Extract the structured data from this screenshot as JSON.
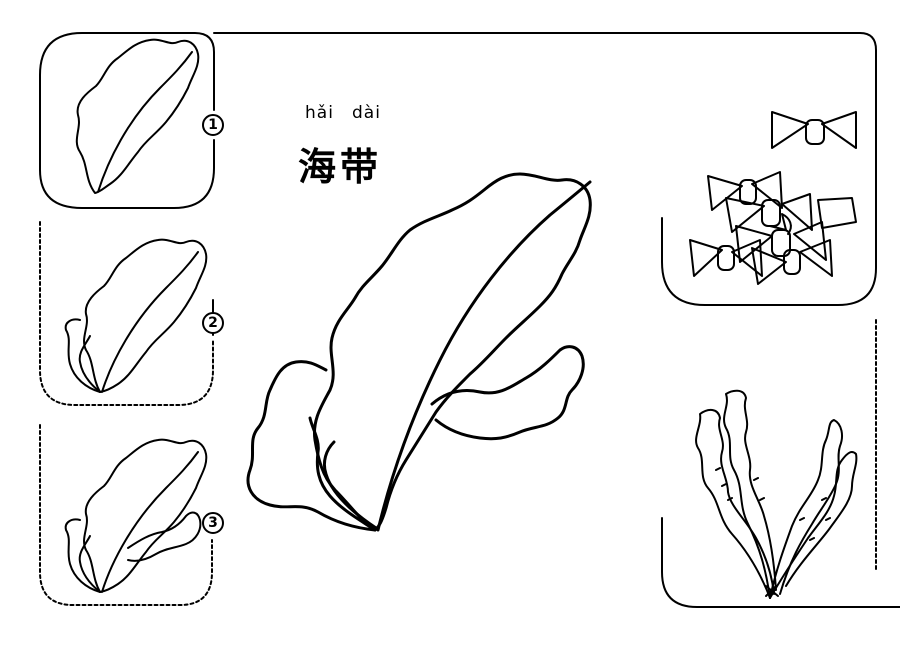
{
  "title": {
    "pinyin_1": "hǎi",
    "pinyin_2": "dài",
    "hanzi": "海带"
  },
  "steps": [
    "1",
    "2",
    "3"
  ]
}
